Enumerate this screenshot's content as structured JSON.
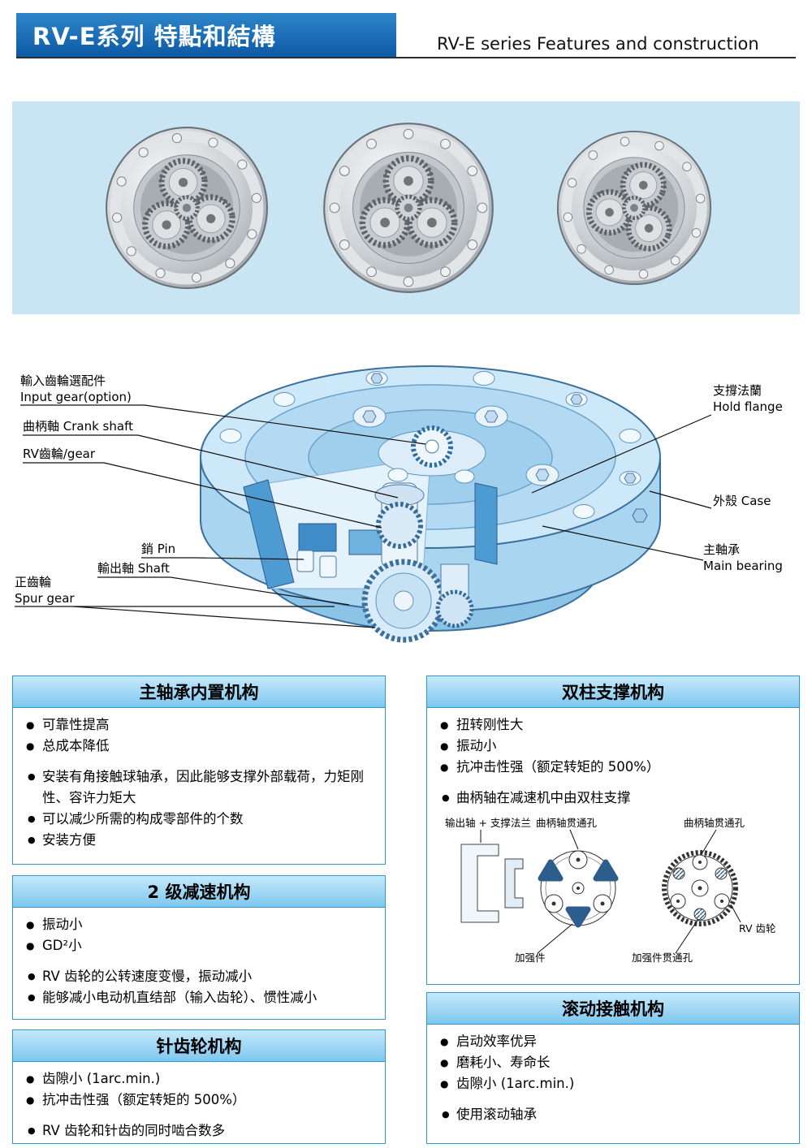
{
  "header": {
    "title_zh": "RV-E系列 特點和結構",
    "title_en": "RV-E series Features and construction"
  },
  "colors": {
    "banner_blue": "#0c59a6",
    "photo_panel_blue": "#c9e5f4",
    "box_border_blue": "#2f97d2",
    "box_header_top": "#c6e9fb",
    "box_header_bottom": "#7ec7ef",
    "diagram_cut_blue": "#4e9bd4"
  },
  "diagram": {
    "input_gear": {
      "zh": "輸入齒輪選配件",
      "en": "Input gear(option)"
    },
    "crank_shaft": {
      "zh": "曲柄軸 Crank shaft"
    },
    "rv_gear": {
      "zh": "RV齒輪/gear"
    },
    "pin": {
      "zh": "銷 Pin"
    },
    "output_shaft": {
      "zh": "輸出軸 Shaft"
    },
    "spur_gear": {
      "zh": "正齒輪",
      "en": "Spur gear"
    },
    "hold_flange": {
      "zh": "支撐法蘭",
      "en": "Hold flange"
    },
    "case": {
      "zh": "外殼 Case"
    },
    "main_bearing": {
      "zh": "主軸承",
      "en": "Main bearing"
    }
  },
  "boxes": {
    "main_bearing": {
      "title": "主轴承内置机构",
      "group1": [
        "可靠性提高",
        "总成本降低"
      ],
      "group2": [
        "安装有角接触球轴承，因此能够支撑外部载荷，力矩刚性、容许力矩大",
        "可以减少所需的构成零部件的个数",
        "安装方便"
      ]
    },
    "two_stage": {
      "title": "2 级减速机构",
      "group1": [
        "振动小",
        "GD²小"
      ],
      "group2": [
        "RV 齿轮的公转速度变慢，振动减小",
        "能够减小电动机直结部（输入齿轮）、惯性减小"
      ]
    },
    "pin_gear": {
      "title": "针齿轮机构",
      "group1": [
        "齿隙小 (1arc.min.)",
        "抗冲击性强（额定转矩的 500%）"
      ],
      "group2": [
        "RV 齿轮和针齿的同时啮合数多"
      ]
    },
    "double_column": {
      "title": "双柱支撑机构",
      "group1": [
        "扭转刚性大",
        "振动小",
        "抗冲击性强（额定转矩的 500%）"
      ],
      "group2": [
        "曲柄轴在减速机中由双柱支撑"
      ],
      "mini": {
        "output_shaft_flange": "输出轴 + 支撑法兰",
        "crank_hole_left": "曲柄轴贯通孔",
        "crank_hole_right": "曲柄轴贯通孔",
        "reinforcement": "加强件",
        "reinforcement_hole": "加强件贯通孔",
        "rv_gear": "RV 齿轮"
      }
    },
    "rolling_contact": {
      "title": "滚动接触机构",
      "group1": [
        "启动效率优异",
        "磨耗小、寿命长",
        "齿隙小 (1arc.min.)"
      ],
      "group2": [
        "使用滚动轴承"
      ]
    }
  }
}
